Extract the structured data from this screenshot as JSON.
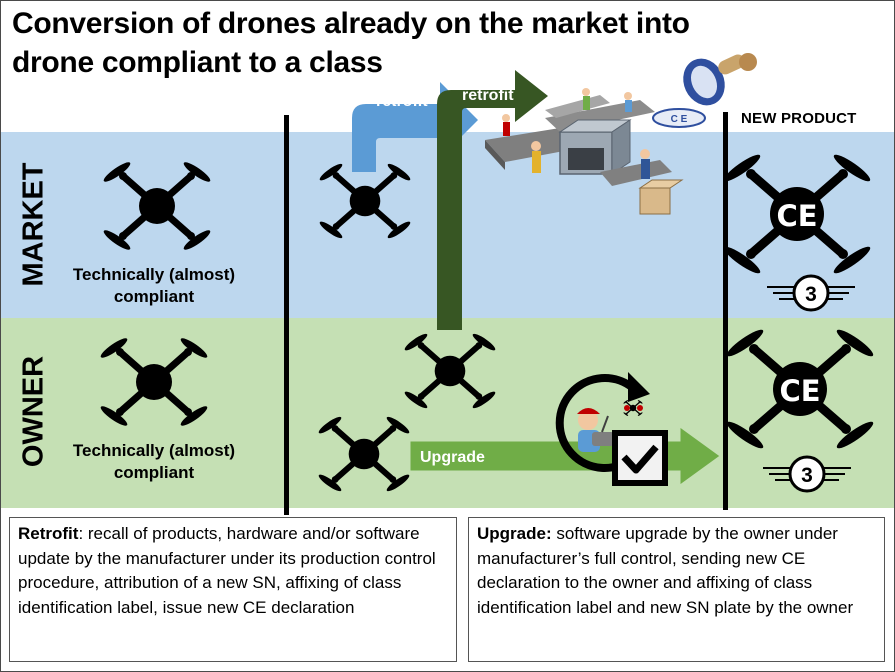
{
  "title": {
    "line1": "Conversion of drones already on the market into",
    "line2": "drone compliant to a class"
  },
  "rows": {
    "market": "MARKET",
    "owner": "OWNER"
  },
  "compliant": {
    "market_line1": "Technically (almost)",
    "market_line2": "compliant",
    "owner_line1": "Technically (almost)",
    "owner_line2": "compliant"
  },
  "new_product": "NEW PRODUCT",
  "arrows": {
    "retrofit_blue": "retrofit",
    "retrofit_green": "retrofit",
    "upgrade": "Upgrade"
  },
  "badges": {
    "ce_market": "CE",
    "ce_owner": "CE",
    "class_market": "3",
    "class_owner": "3"
  },
  "stamp_text": "C E",
  "retrofit_box": {
    "term": "Retrofit",
    "text": ": recall of products, hardware and/or software update by the manufacturer under its production control procedure, attribution of a new SN, affixing of class identification label, issue new CE declaration"
  },
  "upgrade_box": {
    "term": "Upgrade:",
    "text": " software upgrade by the owner under manufacturer’s full control, sending new CE declaration to the owner and affixing of class identification label and new SN plate by the owner"
  },
  "colors": {
    "market_band": "#bdd7ee",
    "owner_band": "#c5e0b4",
    "retrofit_blue_arrow": "#5b9bd5",
    "retrofit_green_arrow": "#375623",
    "upgrade_arrow": "#70ad47"
  },
  "icons": [
    "drone-icon",
    "ce-mark-icon",
    "class-3-label-icon",
    "stamp-icon",
    "factory-line-icon",
    "refresh-icon",
    "checkbox-icon",
    "operator-icon"
  ]
}
